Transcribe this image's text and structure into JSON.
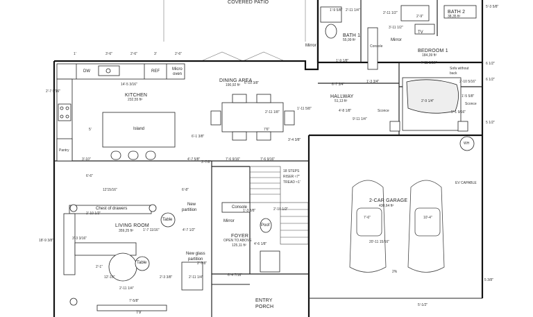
{
  "rooms": [
    {
      "key": "patio",
      "name": "COVERED PATIO"
    },
    {
      "key": "bath1",
      "name": "BATH 1",
      "area": "55,99 ft²"
    },
    {
      "key": "bath2",
      "name": "BATH 2",
      "area": "38,35 ft²"
    },
    {
      "key": "bedroom1",
      "name": "BEDROOM 1",
      "area": "184,39 ft²"
    },
    {
      "key": "kitchen",
      "name": "KITCHEN",
      "area": "232,55 ft²"
    },
    {
      "key": "dining",
      "name": "DINING AREA",
      "area": "190,92 ft²"
    },
    {
      "key": "hallway",
      "name": "HALLWAY",
      "area": "51,13 ft²"
    },
    {
      "key": "living",
      "name": "LIVING ROOM",
      "area": "359,25 ft²"
    },
    {
      "key": "foyer",
      "name": "FOYER",
      "sub": "OPEN TO ABOVE",
      "area": "125,11 ft²"
    },
    {
      "key": "garage",
      "name": "2-CAR GARAGE",
      "area": "430,64 ft²"
    },
    {
      "key": "porch",
      "name": "ENTRY",
      "sub": "PORCH"
    }
  ],
  "fixtures": {
    "dw": "DW",
    "ref": "REF",
    "micro1": "Micro",
    "micro2": "oven",
    "island": "Island",
    "pantry": "Pantry",
    "chest": "Chest of drawers",
    "table1": "Table",
    "table2": "Table",
    "console1": "Console",
    "console2": "Console",
    "mirror1": "Mirror",
    "mirror2": "Mirror",
    "mirror3": "Mirror",
    "poof": "Poof",
    "tv1": "TV",
    "tv2": "TV",
    "sconce1": "Sconce",
    "sconce2": "Sconce",
    "sofa1": "Sofa without",
    "sofa2": "back",
    "wh": "WH",
    "ev": "EV CAPABLE",
    "newpart1": "New",
    "newpart2": "partition",
    "glass1": "New glass",
    "glass2": "partition",
    "steps1": "18 STEPS",
    "steps2": "RISER ≈7\"",
    "steps3": "TREAD ≈1'",
    "slope": "2%"
  },
  "dimensions": [
    "1'",
    "3'-6\"",
    "2'-6\"",
    "3'",
    "2'-6\"",
    "14'-5 3/16\"",
    "6'-1 3/8\"",
    "6'-10 3/8\"",
    "2'-11 1/8\"",
    "2'-7 9/16\"",
    "5'",
    "4'-7 5/8\"",
    "7'-6 9/16\"",
    "7'-6 9/16\"",
    "3'-10\"",
    "12'15/16\"",
    "6'-8\"",
    "6'-6\"",
    "2'-10 1/2\"",
    "1'-7 11/16\"",
    "4'-7 1/2\"",
    "3'-3 3/16\"",
    "18'-9 3/8\"",
    "2'-1\"",
    "12'-10\"",
    "2'-11 1/4\"",
    "2'-3 3/8\"",
    "2'-11 1/4\"",
    "7'-5/8\"",
    "2'-7/8\"",
    "6'-4 7/16\"",
    "4'-6 1/8\"",
    "3'-4 3/8\"",
    "1'-11 5/8\"",
    "4'-8 1/8\"",
    "6'-7 3/4\"",
    "1'-3 3/4\"",
    "4'-11 1/16\"",
    "2'-9 1/4\"",
    "2'-10 5/16\"",
    "1'-5 5/8\"",
    "20'-11 15/16\"",
    "5'-1/2\"",
    "1'-9 5/8\"",
    "10'-4\"",
    "2'-11 1/4\"",
    "5'-1 9/16\"",
    "7'-6\"",
    "2'-9\"",
    "6 1/2\"",
    "6 1/2\"",
    "5 1/2\"",
    "5 3/8\"",
    "1'-9 1/8\"",
    "7'6\"",
    "3'-11 1/2\"",
    "2'-11 1/2\"",
    "3'-7/8\"",
    "2'-10 1/2\"",
    "1'-3 3/8\"",
    "9'-11 1/4\"",
    "5'-3 5/8\""
  ]
}
